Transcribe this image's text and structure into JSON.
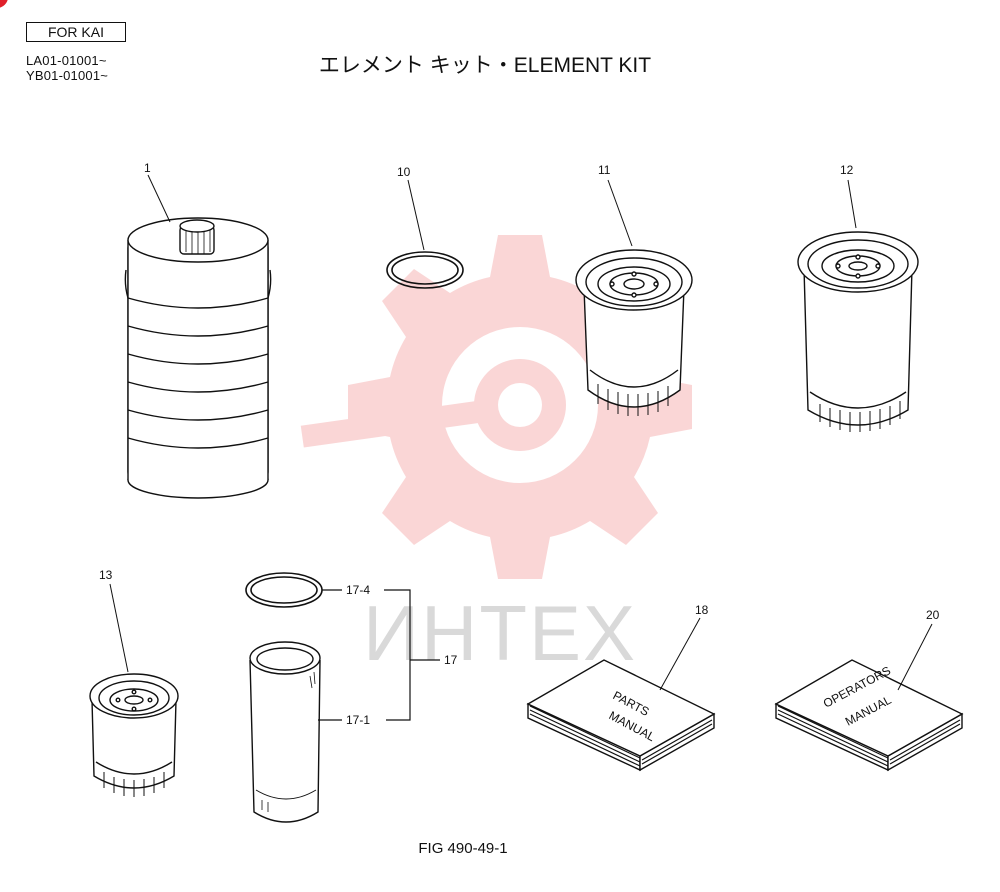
{
  "header": {
    "badge": "FOR KAI",
    "serials": [
      "LA01-01001~",
      "YB01-01001~"
    ],
    "title": "エレメント キット・ELEMENT KIT"
  },
  "watermark": {
    "text": "ИНТЕХ",
    "color": "#f6b6b6"
  },
  "parts": [
    {
      "id": "1",
      "kind": "fuel-filter-element"
    },
    {
      "id": "10",
      "kind": "o-ring"
    },
    {
      "id": "11",
      "kind": "oil-filter-cartridge"
    },
    {
      "id": "12",
      "kind": "oil-filter-cartridge"
    },
    {
      "id": "13",
      "kind": "oil-filter-cartridge"
    },
    {
      "id": "17-4",
      "kind": "o-ring"
    },
    {
      "id": "17-1",
      "kind": "cylindrical-filter-element"
    },
    {
      "id": "17",
      "kind": "assembly-group"
    },
    {
      "id": "18",
      "kind": "book",
      "cover_lines": [
        "PARTS",
        "MANUAL"
      ]
    },
    {
      "id": "20",
      "kind": "book",
      "cover_lines": [
        "OPERATORS",
        "MANUAL"
      ]
    }
  ],
  "colors": {
    "ink": "#111111",
    "corner_mark": "#e0202a"
  },
  "caption": "FIG 490-49-1"
}
